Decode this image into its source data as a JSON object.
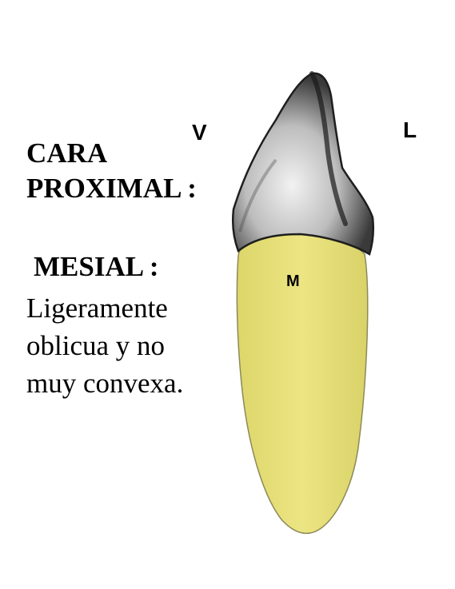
{
  "title": {
    "line1": "CARA",
    "line2": "PROXIMAL :"
  },
  "subtitle": "MESIAL :",
  "description": {
    "line1": "Ligeramente",
    "line2": "oblicua y no",
    "line3": "muy convexa."
  },
  "labels": {
    "vestibular": "V",
    "lingual": "L",
    "mesial": "M"
  },
  "colors": {
    "root": "#e8e27a",
    "crown_dark": "#2a2a2a",
    "crown_light": "#d6d6d6"
  }
}
